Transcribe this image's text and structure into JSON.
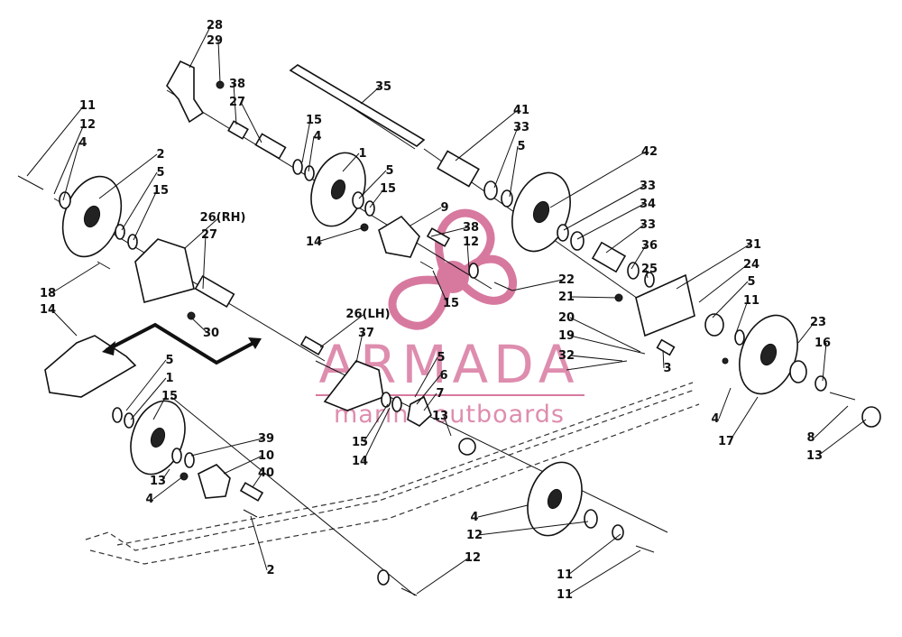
{
  "watermark": {
    "brand_name": "ARMADA",
    "brand_tagline": "marine outboards",
    "brand_color": "#d1628f"
  },
  "colors": {
    "line": "#111111",
    "background": "#ffffff"
  },
  "callouts": [
    "28",
    "29",
    "35",
    "38",
    "27",
    "15",
    "4",
    "1",
    "41",
    "33",
    "5",
    "42",
    "11",
    "12",
    "4",
    "2",
    "5",
    "15",
    "26(RH)",
    "27",
    "5",
    "15",
    "9",
    "38",
    "12",
    "14",
    "33",
    "34",
    "33",
    "36",
    "25",
    "31",
    "24",
    "5",
    "11",
    "22",
    "21",
    "20",
    "19",
    "32",
    "3",
    "23",
    "16",
    "4",
    "17",
    "8",
    "13",
    "18",
    "14",
    "30",
    "26(LH)",
    "37",
    "5",
    "6",
    "7",
    "13",
    "15",
    "5",
    "1",
    "15",
    "39",
    "10",
    "40",
    "15",
    "14",
    "4",
    "13",
    "2",
    "4",
    "12",
    "11",
    "11",
    "12"
  ]
}
